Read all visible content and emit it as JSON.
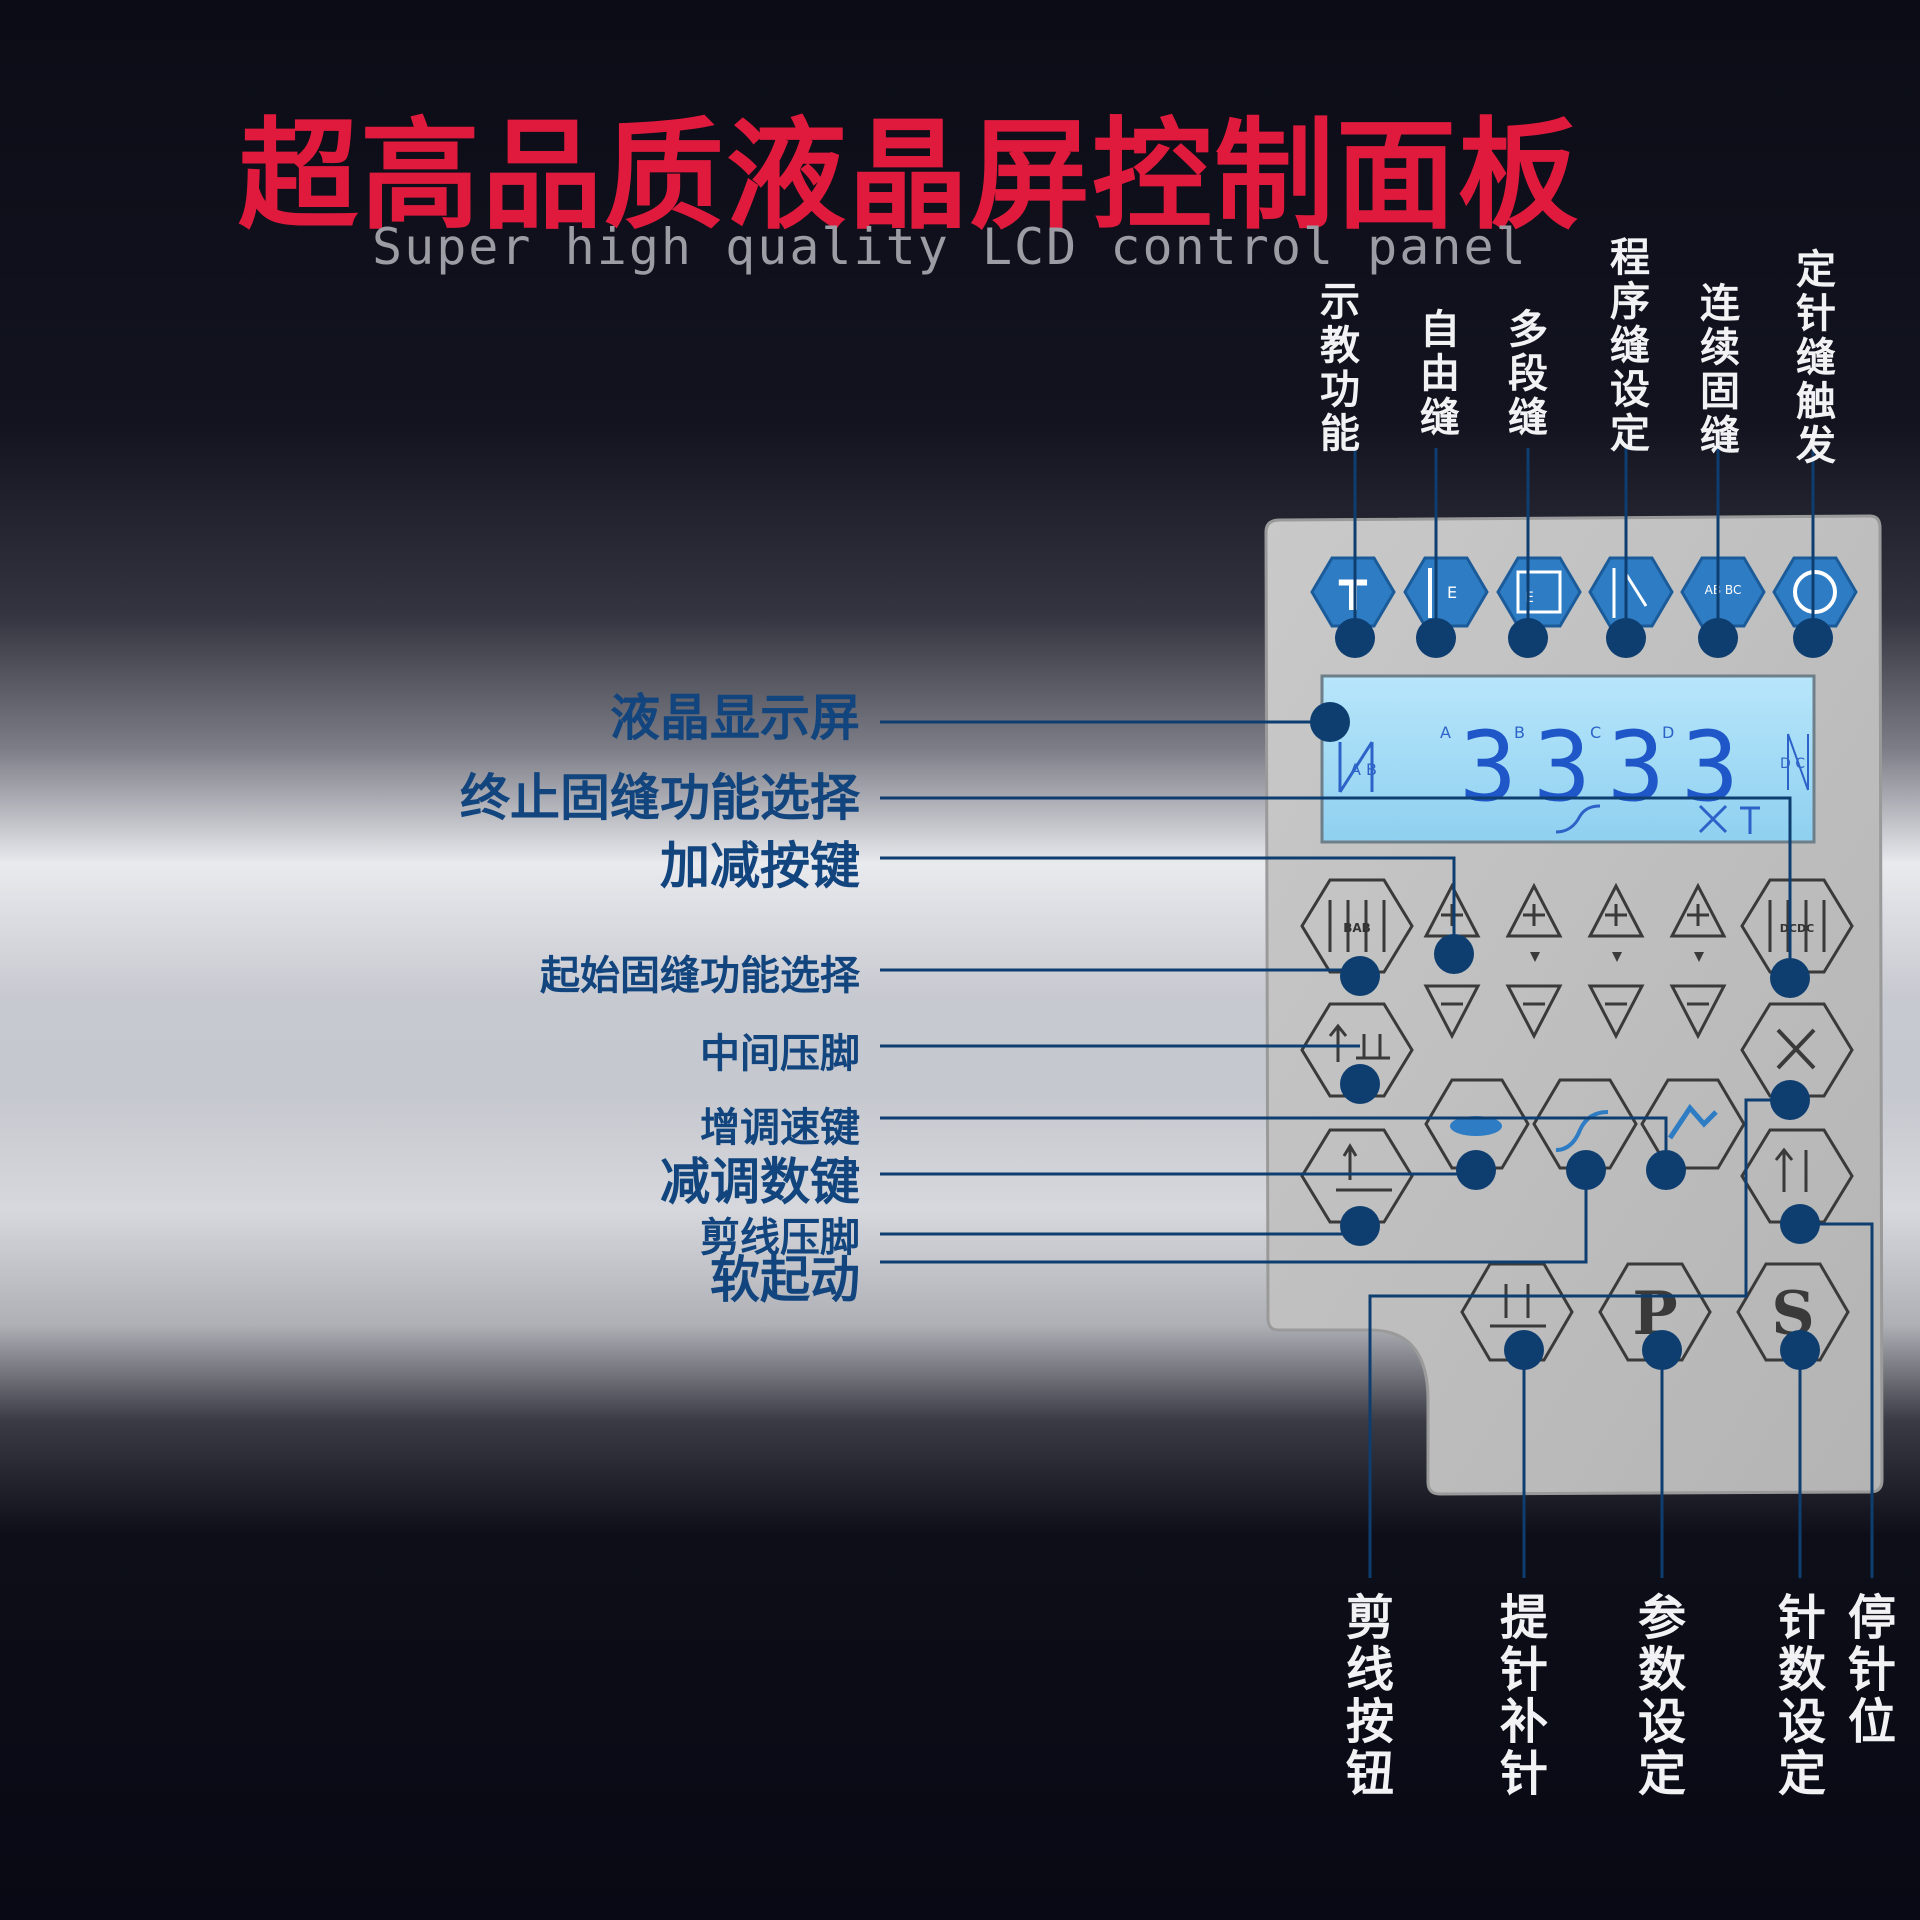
{
  "header": {
    "title": "超高品质液晶屏控制面板",
    "subtitle": "Super high quality LCD control panel"
  },
  "lcd": {
    "digits": [
      "3",
      "3",
      "3",
      "3"
    ],
    "digit_labels": [
      "A",
      "B",
      "C",
      "D"
    ],
    "left_mark": "A B",
    "right_mark": "D C"
  },
  "keys": {
    "top": [
      "T",
      "E",
      "E",
      "",
      "AB BC",
      ""
    ],
    "start_tack": "BAB",
    "end_tack": "DCDC",
    "p": "P",
    "s": "S"
  },
  "top_labels": [
    "示教功能",
    "自由缝",
    "多段缝",
    "程序缝设定",
    "连续固缝",
    "定针缝触发"
  ],
  "left_labels": [
    "液晶显示屏",
    "终止固缝功能选择",
    "加减按键",
    "起始固缝功能选择",
    "中间压脚",
    "增调速键",
    "减调数键",
    "剪线压脚",
    "软起动"
  ],
  "bottom_labels": [
    "剪线按钮",
    "提针补针",
    "参数设定",
    "针数设定",
    "停针位"
  ],
  "colors": {
    "title": "#e01a3c",
    "label": "#12457e",
    "line": "#0e3d70",
    "key_blue": "#2e7cc4",
    "lcd": "#a8dcf5"
  }
}
